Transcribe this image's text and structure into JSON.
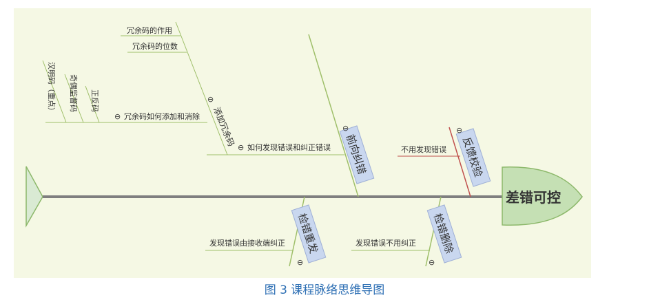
{
  "title": "差错可控",
  "caption": "图 3 课程脉络思维导图",
  "collapse_glyph": "⊖",
  "colors": {
    "background": "#f5f8e4",
    "spine": "#7f7f7f",
    "head_fill": "#c5e0b4",
    "branch_box": "#c9d7ef",
    "line_green": "#9fbf6a",
    "line_red": "#c0504d",
    "caption": "#2d6fb4"
  },
  "branches": {
    "forward": {
      "label": "前向纠错",
      "sub_label": "添加冗余码",
      "items": {
        "redundancy_role": "冗余码的作用",
        "redundancy_count": "冗余码的位数",
        "how_add_remove": "冗余码如何添加和消除",
        "hamming": "汉明码（重点）",
        "parity": "奇偶监督码",
        "constant_ratio": "正反码",
        "detect_correct": "如何发现错误和纠正错误"
      }
    },
    "feedback": {
      "label": "反馈校验",
      "item": "不用发现错误"
    },
    "retransmit": {
      "label": "检错重发",
      "item": "发现错误由接收端纠正"
    },
    "discard": {
      "label": "检错删除",
      "item": "发现错误不用纠正"
    }
  }
}
